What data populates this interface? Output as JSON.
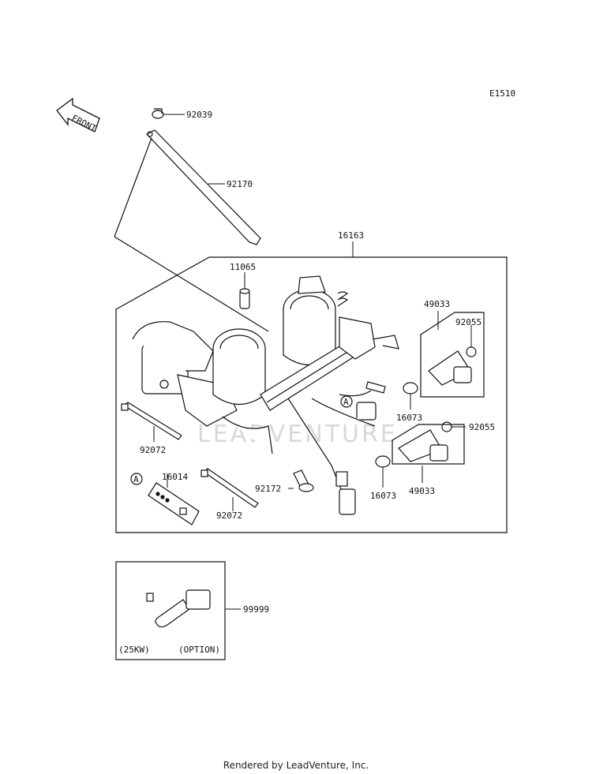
{
  "diagram": {
    "code": "E1510",
    "front_label": "FRONT",
    "watermark": "LEADVENTURE",
    "parts": {
      "p92039": "92039",
      "p92170": "92170",
      "p16163": "16163",
      "p11065": "11065",
      "p49033_top": "49033",
      "p92055_top": "92055",
      "p16073_top": "16073",
      "p92055_mid": "92055",
      "p92072_left": "92072",
      "p16014": "16014",
      "p92172": "92172",
      "p16073_bottom": "16073",
      "p49033_bottom": "49033",
      "p92072_bottom": "92072",
      "p99999": "99999"
    },
    "callouts": {
      "a1": "A",
      "a2": "A"
    },
    "option_box": {
      "left_note": "(25KW)",
      "right_note": "(OPTION)"
    }
  },
  "footer": "Rendered by LeadVenture, Inc."
}
